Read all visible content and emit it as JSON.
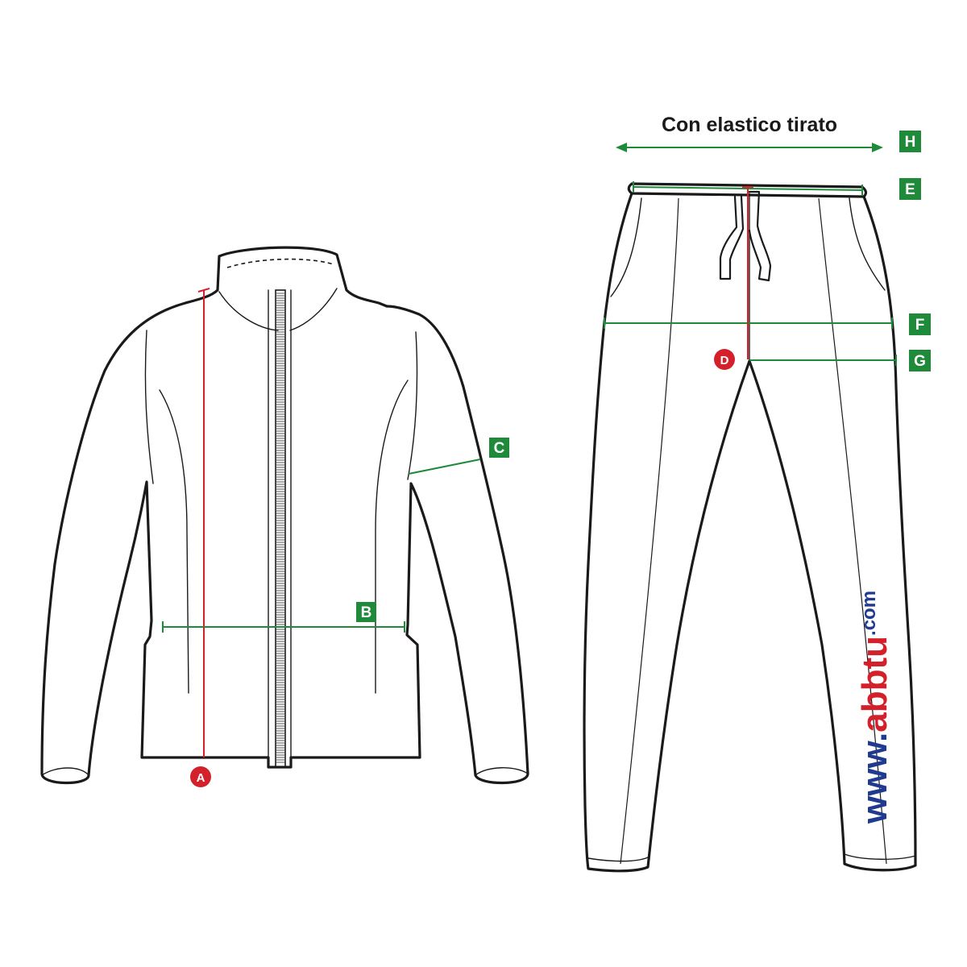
{
  "header": {
    "elastic_label": "Con elastico tirato"
  },
  "markers": {
    "A": "A",
    "B": "B",
    "C": "C",
    "D": "D",
    "E": "E",
    "F": "F",
    "G": "G",
    "H": "H"
  },
  "watermark": {
    "www": "www.",
    "brand": "abbtu",
    "tld": ".com"
  },
  "colors": {
    "measure_green": "#1e8a3a",
    "measure_red": "#d4202a",
    "watermark_blue": "#1f3a8f",
    "outline": "#1a1a1a"
  },
  "icons": {
    "jacket": "jacket-illustration",
    "trousers": "trousers-illustration"
  }
}
